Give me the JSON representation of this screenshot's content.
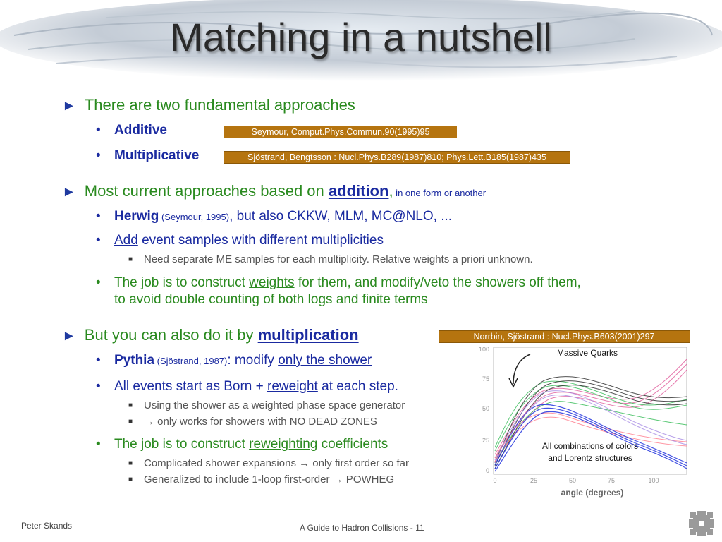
{
  "title": "Matching in a nutshell",
  "bullet1": {
    "text": "There are two fundamental approaches",
    "sub": [
      {
        "label": "Additive",
        "ref": "Seymour, Comput.Phys.Commun.90(1995)95"
      },
      {
        "label": "Multiplicative",
        "ref": "Sjöstrand, Bengtsson : Nucl.Phys.B289(1987)810; Phys.Lett.B185(1987)435"
      }
    ]
  },
  "bullet2": {
    "pre": "Most current approaches based on ",
    "kw": "addition",
    "comma": ",",
    "post": " in one form or another",
    "herwig": {
      "name": "Herwig",
      "cite": " (Seymour, 1995)",
      "comma": ",",
      "rest": " but also CKKW, MLM, MC@NLO, ..."
    },
    "add": {
      "kw": "Add",
      "rest": " event samples with different multiplicities"
    },
    "add_sub": "Need separate ME samples for each multiplicity. Relative weights a priori unknown.",
    "job": {
      "pre": "The job is to construct ",
      "kw": "weights",
      "post": " for them, and modify/veto the showers off them,",
      "line2": "to avoid double counting of both logs and finite terms"
    }
  },
  "bullet3": {
    "pre": "But you can also do it by ",
    "kw": "multiplication",
    "ref": "Norrbin, Sjöstrand : Nucl.Phys.B603(2001)297",
    "pythia": {
      "name": "Pythia",
      "cite": " (Sjöstrand, 1987)",
      "colon": ":",
      "mid": " modify ",
      "kw": "only the shower"
    },
    "events": {
      "pre": "All events start as Born + ",
      "kw": "reweight",
      "post": " at each step."
    },
    "events_sub": [
      "Using the shower as a weighted phase space generator",
      "only works for showers with NO DEAD ZONES"
    ],
    "job": {
      "pre": "The job is to construct ",
      "kw": "reweighting",
      "post": " coefficients"
    },
    "job_sub": [
      {
        "pre": "Complicated shower expansions ",
        "post": " only first order so far"
      },
      {
        "pre": "Generalized to include 1-loop first-order ",
        "post": " POWHEG"
      }
    ]
  },
  "plot": {
    "annotation_top": "Massive Quarks",
    "annotation_bottom_1": "All combinations of colors",
    "annotation_bottom_2": "and Lorentz structures",
    "xlabel": "angle (degrees)",
    "xticks": [
      "0",
      "25",
      "50",
      "75",
      "100"
    ],
    "yticks": [
      "25",
      "50",
      "75",
      "100"
    ],
    "ytick_zero": "0"
  },
  "footer": {
    "author": "Peter Skands",
    "center": "A Guide to Hadron Collisions - 11"
  },
  "colors": {
    "green": "#2a8a1f",
    "blue": "#1a2aa0",
    "ref": "#b5740f"
  }
}
